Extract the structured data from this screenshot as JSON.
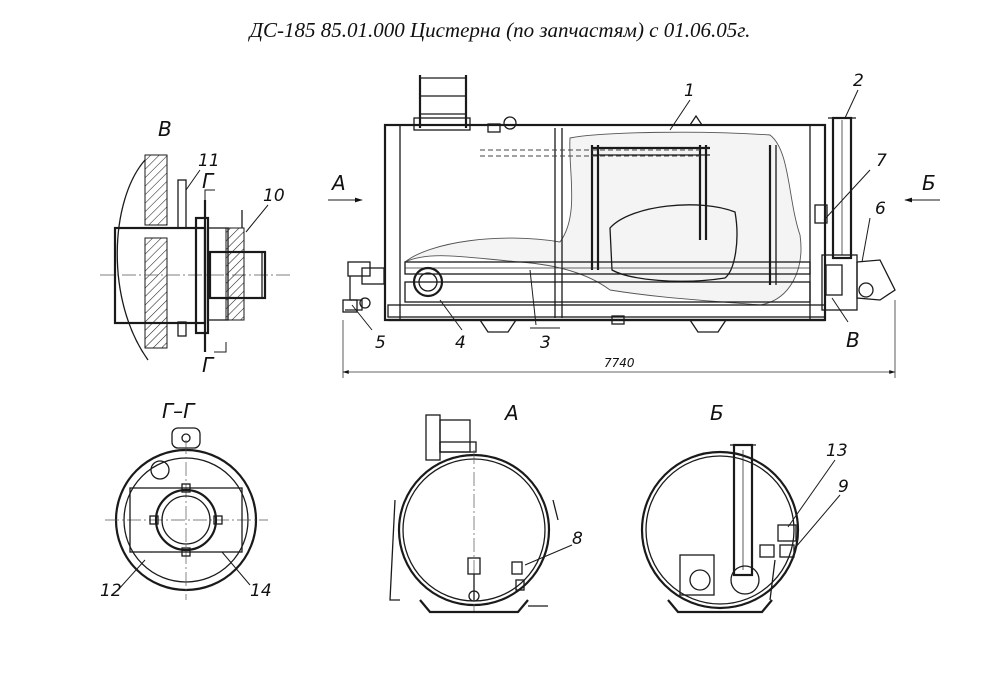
{
  "title": "ДС-185 85.01.000 Цистерна  (по запчастям) с 01.06.05г.",
  "views": {
    "section_v": "В",
    "section_g_g": "Г–Г",
    "view_a": "А",
    "view_b": "Б",
    "arrow_a": "А",
    "arrow_b": "Б",
    "mark_v": "В",
    "cut_g_top": "Г",
    "cut_g_bottom": "Г"
  },
  "dimensions": {
    "overall_length": "7740"
  },
  "part_labels": {
    "p1": "1",
    "p2": "2",
    "p3": "3",
    "p4": "4",
    "p5": "5",
    "p6": "6",
    "p7": "7",
    "p8": "8",
    "p9": "9",
    "p10": "10",
    "p11": "11",
    "p12": "12",
    "p13": "13",
    "p14": "14"
  }
}
